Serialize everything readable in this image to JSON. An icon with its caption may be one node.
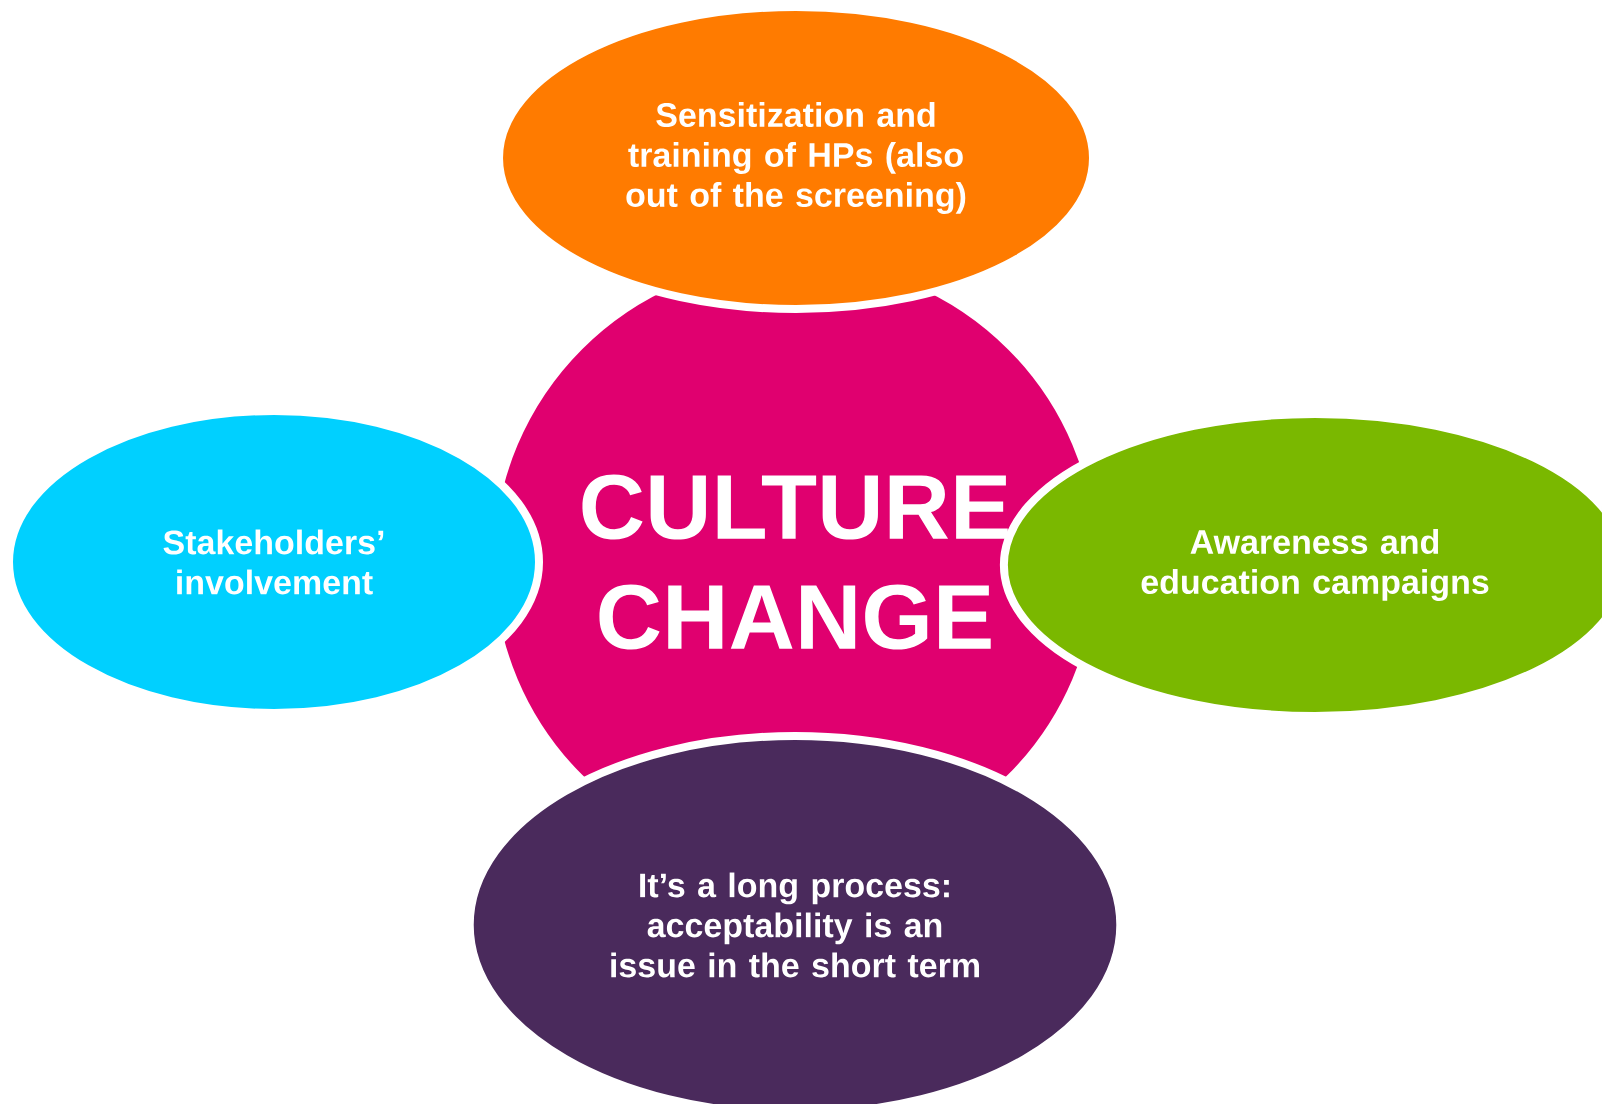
{
  "diagram": {
    "nodes": [
      {
        "text": [
          "Sensitization and training of HPs (also out of the screening)"
        ]
      },
      {
        "text": [
          "Stakeholders’ involvement"
        ]
      },
      {
        "text": [
          "CULTURE CHANGE"
        ]
      },
      {
        "text": [
          "Awareness and education campaigns"
        ]
      },
      {
        "text": [
          "It’s a long process: acceptability is an issue in the short term"
        ]
      }
    ]
  }
}
